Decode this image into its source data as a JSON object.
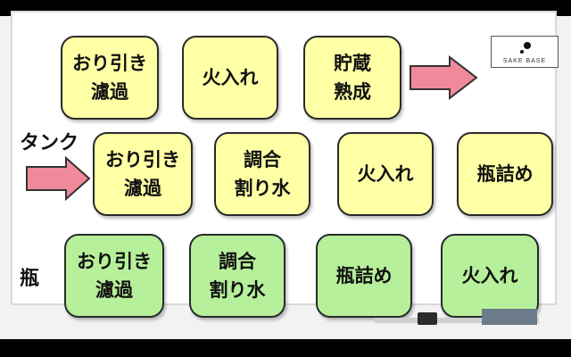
{
  "diagram": {
    "labels": {
      "tank": "タンク",
      "bottle": "瓶"
    },
    "row1": [
      {
        "text": "おり引き\n濾過"
      },
      {
        "text": "火入れ"
      },
      {
        "text": "貯蔵\n熟成"
      }
    ],
    "row2": [
      {
        "text": "おり引き\n濾過"
      },
      {
        "text": "調合\n割り水"
      },
      {
        "text": "火入れ"
      },
      {
        "text": "瓶詰め"
      }
    ],
    "row3": [
      {
        "text": "おり引き\n濾過"
      },
      {
        "text": "調合\n割り水"
      },
      {
        "text": "瓶詰め"
      },
      {
        "text": "火入れ"
      }
    ]
  },
  "logo": {
    "text": "SAKE BASE"
  },
  "colors": {
    "yellow_box": "#ffffa6",
    "green_box": "#b6f09a",
    "arrow": "#f08a9a"
  }
}
